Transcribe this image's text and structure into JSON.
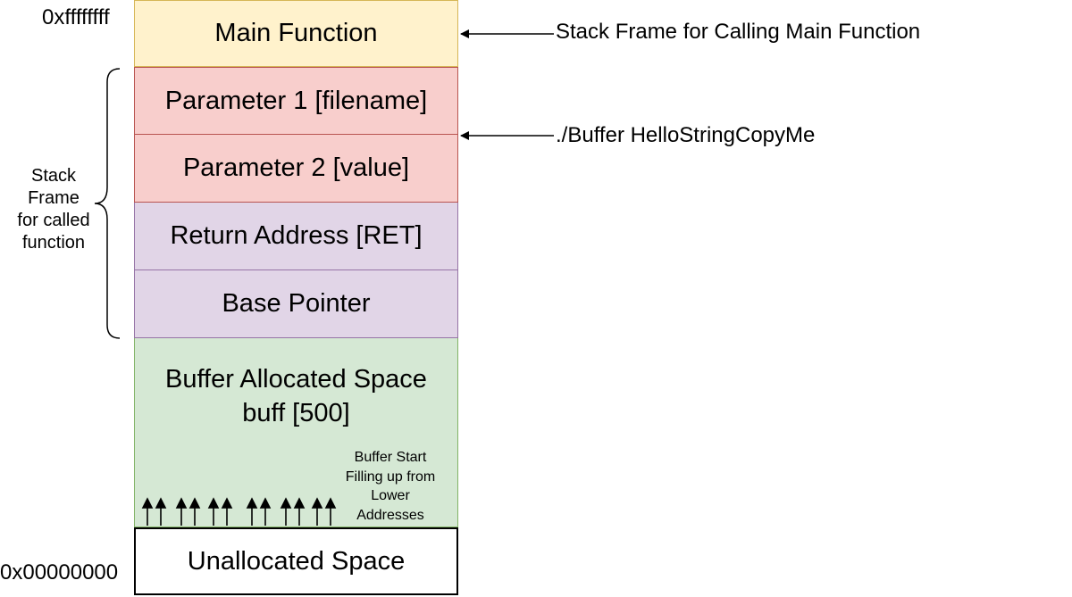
{
  "addresses": {
    "top": "0xffffffff",
    "bottom": "0x00000000"
  },
  "blocks": {
    "main": "Main Function",
    "param1": "Parameter 1 [filename]",
    "param2": "Parameter 2 [value]",
    "ret": "Return Address [RET]",
    "base_pointer": "Base Pointer",
    "buffer_line1": "Buffer Allocated Space",
    "buffer_line2": "buff [500]",
    "unallocated": "Unallocated Space"
  },
  "side_label": [
    "Stack",
    "Frame",
    "for called",
    "function"
  ],
  "annotations": {
    "main_frame": "Stack Frame for Calling Main Function",
    "command": "./Buffer HelloStringCopyMe"
  },
  "buffer_note": [
    "Buffer Start",
    "Filling up from",
    "Lower",
    "Addresses"
  ],
  "colors": {
    "main_fill": "#fff2cc",
    "param_fill": "#f8cecc",
    "ret_fill": "#e1d5e7",
    "buffer_fill": "#d5e8d4"
  }
}
